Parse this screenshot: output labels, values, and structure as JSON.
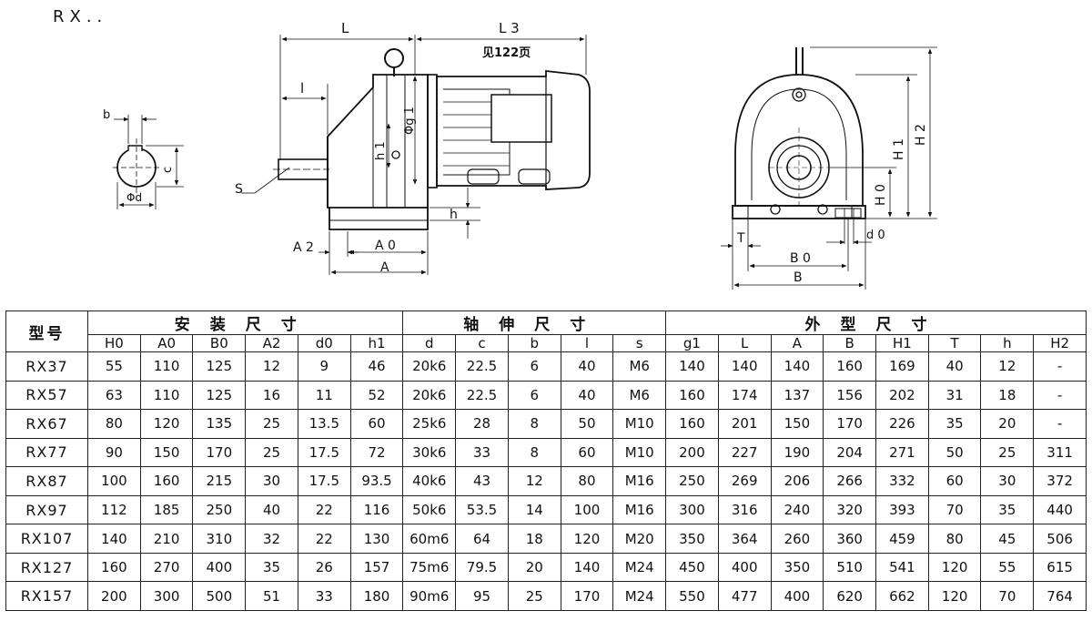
{
  "model_series": "RX..",
  "labels": {
    "L": "L",
    "L3": "L 3",
    "page_ref": "见122页",
    "l": "l",
    "phi_g1": "Φg 1",
    "h1": "h 1",
    "S": "S",
    "A2": "A 2",
    "A0": "A 0",
    "A": "A",
    "h": "h",
    "b": "b",
    "c": "c",
    "phi_d": "Φd",
    "H1": "H 1",
    "H2": "H 2",
    "H0": "H 0",
    "T": "T",
    "B0": "B 0",
    "B": "B",
    "d0": "d 0"
  },
  "table": {
    "model_header": "型号",
    "group_install": "安装尺寸",
    "group_shaft": "轴伸尺寸",
    "group_outline": "外型尺寸",
    "columns": [
      "H0",
      "A0",
      "B0",
      "A2",
      "d0",
      "h1",
      "d",
      "c",
      "b",
      "l",
      "s",
      "g1",
      "L",
      "A",
      "B",
      "H1",
      "T",
      "h",
      "H2"
    ],
    "rows": [
      {
        "model": "RX37",
        "values": [
          "55",
          "110",
          "125",
          "12",
          "9",
          "46",
          "20k6",
          "22.5",
          "6",
          "40",
          "M6",
          "140",
          "140",
          "140",
          "160",
          "169",
          "40",
          "12",
          "-"
        ]
      },
      {
        "model": "RX57",
        "values": [
          "63",
          "110",
          "125",
          "16",
          "11",
          "52",
          "20k6",
          "22.5",
          "6",
          "40",
          "M6",
          "160",
          "174",
          "137",
          "156",
          "202",
          "31",
          "18",
          "-"
        ]
      },
      {
        "model": "RX67",
        "values": [
          "80",
          "120",
          "135",
          "25",
          "13.5",
          "60",
          "25k6",
          "28",
          "8",
          "50",
          "M10",
          "160",
          "201",
          "150",
          "170",
          "226",
          "35",
          "20",
          "-"
        ]
      },
      {
        "model": "RX77",
        "values": [
          "90",
          "150",
          "170",
          "25",
          "17.5",
          "72",
          "30k6",
          "33",
          "8",
          "60",
          "M10",
          "200",
          "227",
          "190",
          "204",
          "271",
          "50",
          "25",
          "311"
        ]
      },
      {
        "model": "RX87",
        "values": [
          "100",
          "160",
          "215",
          "30",
          "17.5",
          "93.5",
          "40k6",
          "43",
          "12",
          "80",
          "M16",
          "250",
          "269",
          "206",
          "266",
          "332",
          "60",
          "30",
          "372"
        ]
      },
      {
        "model": "RX97",
        "values": [
          "112",
          "185",
          "250",
          "40",
          "22",
          "116",
          "50k6",
          "53.5",
          "14",
          "100",
          "M16",
          "300",
          "316",
          "240",
          "320",
          "393",
          "70",
          "35",
          "440"
        ]
      },
      {
        "model": "RX107",
        "values": [
          "140",
          "210",
          "310",
          "32",
          "22",
          "130",
          "60m6",
          "64",
          "18",
          "120",
          "M20",
          "350",
          "364",
          "260",
          "360",
          "459",
          "80",
          "45",
          "506"
        ]
      },
      {
        "model": "RX127",
        "values": [
          "160",
          "270",
          "400",
          "35",
          "26",
          "157",
          "75m6",
          "79.5",
          "20",
          "140",
          "M24",
          "450",
          "400",
          "350",
          "510",
          "541",
          "120",
          "55",
          "615"
        ]
      },
      {
        "model": "RX157",
        "values": [
          "200",
          "300",
          "500",
          "51",
          "33",
          "180",
          "90m6",
          "95",
          "25",
          "170",
          "M24",
          "550",
          "477",
          "400",
          "620",
          "662",
          "120",
          "70",
          "764"
        ]
      }
    ]
  }
}
